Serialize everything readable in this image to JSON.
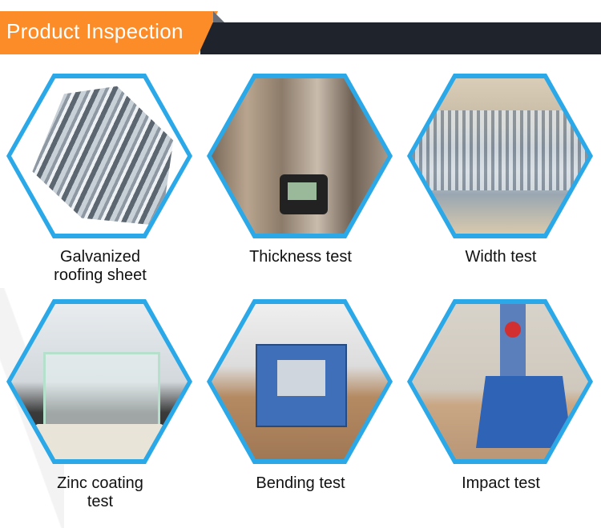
{
  "header": {
    "title": "Product Inspection",
    "colors": {
      "accent": "#fb8c28",
      "bar": "#1f232c",
      "hex_border": "#2aa8e8"
    }
  },
  "items": [
    {
      "label_line1": "Galvanized",
      "label_line2": "roofing sheet",
      "image": "galvanized-roofing-sheet-photo"
    },
    {
      "label_line1": "Thickness test",
      "label_line2": "",
      "image": "micrometer-thickness-photo"
    },
    {
      "label_line1": "Width test",
      "label_line2": "",
      "image": "tape-measure-width-photo"
    },
    {
      "label_line1": "Zinc coating",
      "label_line2": "test",
      "image": "analytical-balance-photo"
    },
    {
      "label_line1": "Bending test",
      "label_line2": "",
      "image": "bending-tester-photo"
    },
    {
      "label_line1": "Impact test",
      "label_line2": "",
      "image": "impact-tester-photo"
    }
  ]
}
